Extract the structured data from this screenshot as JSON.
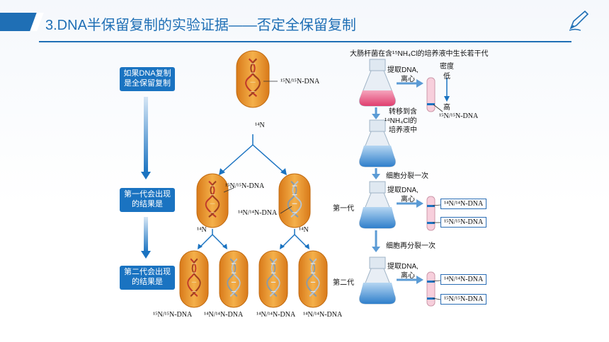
{
  "title": "3.DNA半保留复制的实验证据——否定全保留复制",
  "left_boxes": [
    {
      "text1": "如果DNA复制",
      "text2": "是全保留复制"
    },
    {
      "text1": "第一代会出现",
      "text2": "的结果是"
    },
    {
      "text1": "第二代会出现",
      "text2": "的结果是"
    }
  ],
  "middle": {
    "parent_label": "¹⁵N/¹⁵N-DNA",
    "n14_top": "¹⁴N",
    "gen1_left_label": "¹⁵N/¹⁵N-DNA",
    "gen1_right_label": "¹⁴N/¹⁴N-DNA",
    "n14_left": "¹⁴N",
    "n14_right": "¹⁴N",
    "gen2_labels": [
      "¹⁵N/¹⁵N-DNA",
      "¹⁴N/¹⁴N-DNA",
      "¹⁴N/¹⁴N-DNA",
      "¹⁴N/¹⁴N-DNA"
    ]
  },
  "right": {
    "top_caption": "大肠杆菌在含¹⁵NH₄Cl的培养液中生长若干代",
    "extract1": "提取DNA,",
    "centrifuge": "离心",
    "density": "密度",
    "low": "低",
    "high": "高",
    "tube1_label": "¹⁵N/¹⁵N-DNA",
    "transfer1": "转移到含",
    "transfer2": "¹⁴NH₄Cl的",
    "transfer3": "培养液中",
    "divide_once": "细胞分裂一次",
    "gen1": "第一代",
    "gen1_results": [
      "¹⁴N/¹⁴N-DNA",
      "¹⁵N/¹⁵N-DNA"
    ],
    "divide_again": "细胞再分裂一次",
    "gen2": "第二代",
    "gen2_results": [
      "¹⁴N/¹⁴N-DNA",
      "¹⁵N/¹⁵N-DNA"
    ]
  },
  "colors": {
    "accent": "#1f6fb5",
    "box": "#1a73c1",
    "bacteria": "#e8932a",
    "flask_pink": "#e6507a",
    "flask_blue": "#3d8fd6"
  }
}
